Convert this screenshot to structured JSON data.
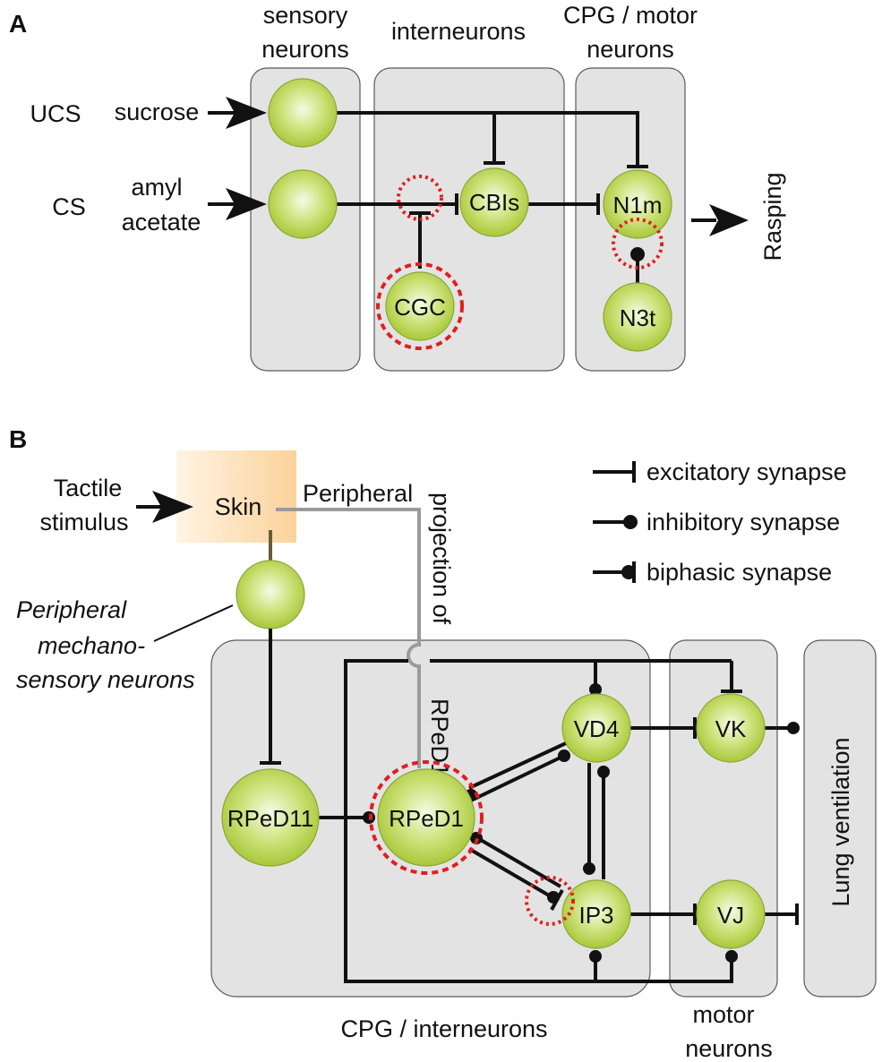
{
  "panel_a": {
    "letter": "A",
    "columns": {
      "sensory": [
        "sensory",
        "neurons"
      ],
      "interneurons": "interneurons",
      "motor": [
        "CPG / motor",
        "neurons"
      ]
    },
    "ucs_label": "UCS",
    "cs_label": "CS",
    "sucrose": "sucrose",
    "amyl_acetate": [
      "amyl",
      "acetate"
    ],
    "neurons": {
      "cbls": "CBIs",
      "cgc": "CGC",
      "n1m": "N1m",
      "n3t": "N3t"
    },
    "output": "Rasping"
  },
  "panel_b": {
    "letter": "B",
    "tactile_stimulus": [
      "Tactile",
      "stimulus"
    ],
    "skin": "Skin",
    "projection_label": [
      "Peripheral",
      "projection of",
      "RPeD1"
    ],
    "mechanosensory": [
      "Peripheral",
      "mechano-",
      "sensory neurons"
    ],
    "legend": {
      "excitatory": "excitatory synapse",
      "inhibitory": "inhibitory synapse",
      "biphasic": "biphasic synapse"
    },
    "neurons": {
      "rped11": "RPeD11",
      "rped1": "RPeD1",
      "vd4": "VD4",
      "ip3": "IP3",
      "vk": "VK",
      "vj": "VJ"
    },
    "cpg_label": "CPG / interneurons",
    "motor_label": [
      "motor",
      "neurons"
    ],
    "output": "Lung ventilation"
  },
  "colors": {
    "neuron_fill_center": "#f6fbe6",
    "neuron_fill_edge": "#a8c83a",
    "box_fill": "#e3e3e3",
    "modulation": "#e01e1e",
    "skin_fill": "#fbd7a0"
  }
}
